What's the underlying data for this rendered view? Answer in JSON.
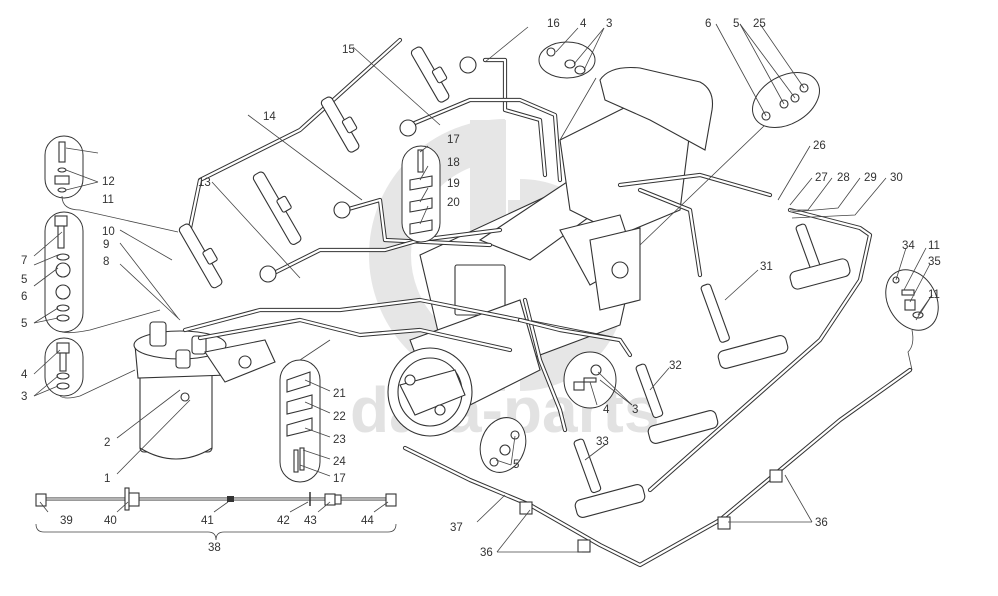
{
  "diagram": {
    "type": "exploded-parts-diagram",
    "subject": "fuel injection system",
    "watermark": {
      "logo_icon": "dp-logo-icon",
      "text": "data-parts",
      "color": "#e2e2e2"
    },
    "line_color": "#333333",
    "background": "#ffffff"
  },
  "callouts": [
    {
      "id": "c1",
      "label": "1"
    },
    {
      "id": "c2",
      "label": "2"
    },
    {
      "id": "c3a",
      "label": "3"
    },
    {
      "id": "c4a",
      "label": "4"
    },
    {
      "id": "c5a",
      "label": "5"
    },
    {
      "id": "c6a",
      "label": "6"
    },
    {
      "id": "c5b",
      "label": "5"
    },
    {
      "id": "c7",
      "label": "7"
    },
    {
      "id": "c8",
      "label": "8"
    },
    {
      "id": "c9",
      "label": "9"
    },
    {
      "id": "c10",
      "label": "10"
    },
    {
      "id": "c11a",
      "label": "11"
    },
    {
      "id": "c12",
      "label": "12"
    },
    {
      "id": "c13",
      "label": "13"
    },
    {
      "id": "c14",
      "label": "14"
    },
    {
      "id": "c15",
      "label": "15"
    },
    {
      "id": "c16",
      "label": "16"
    },
    {
      "id": "c4b",
      "label": "4"
    },
    {
      "id": "c3b",
      "label": "3"
    },
    {
      "id": "c17a",
      "label": "17"
    },
    {
      "id": "c18",
      "label": "18"
    },
    {
      "id": "c19",
      "label": "19"
    },
    {
      "id": "c20",
      "label": "20"
    },
    {
      "id": "c21",
      "label": "21"
    },
    {
      "id": "c22",
      "label": "22"
    },
    {
      "id": "c23",
      "label": "23"
    },
    {
      "id": "c24",
      "label": "24"
    },
    {
      "id": "c17b",
      "label": "17"
    },
    {
      "id": "c6b",
      "label": "6"
    },
    {
      "id": "c5c",
      "label": "5"
    },
    {
      "id": "c25",
      "label": "25"
    },
    {
      "id": "c26",
      "label": "26"
    },
    {
      "id": "c27",
      "label": "27"
    },
    {
      "id": "c28",
      "label": "28"
    },
    {
      "id": "c29",
      "label": "29"
    },
    {
      "id": "c30",
      "label": "30"
    },
    {
      "id": "c31",
      "label": "31"
    },
    {
      "id": "c32",
      "label": "32"
    },
    {
      "id": "c4c",
      "label": "4"
    },
    {
      "id": "c3c",
      "label": "3"
    },
    {
      "id": "c33",
      "label": "33"
    },
    {
      "id": "c5d",
      "label": "5"
    },
    {
      "id": "c34",
      "label": "34"
    },
    {
      "id": "c11b",
      "label": "11"
    },
    {
      "id": "c35",
      "label": "35"
    },
    {
      "id": "c11c",
      "label": "11"
    },
    {
      "id": "c36a",
      "label": "36"
    },
    {
      "id": "c36b",
      "label": "36"
    },
    {
      "id": "c37",
      "label": "37"
    },
    {
      "id": "c38",
      "label": "38"
    },
    {
      "id": "c39",
      "label": "39"
    },
    {
      "id": "c40",
      "label": "40"
    },
    {
      "id": "c41",
      "label": "41"
    },
    {
      "id": "c42",
      "label": "42"
    },
    {
      "id": "c43",
      "label": "43"
    },
    {
      "id": "c44",
      "label": "44"
    }
  ],
  "detail_bubbles": [
    {
      "name": "banjo-bolt-detail",
      "parts": [
        "12",
        "11"
      ]
    },
    {
      "name": "return-fitting-detail",
      "parts": [
        "7",
        "5",
        "6",
        "5"
      ]
    },
    {
      "name": "filter-bolt-detail",
      "parts": [
        "4",
        "3"
      ]
    },
    {
      "name": "pump-bolt-detail-top",
      "parts": [
        "4",
        "3"
      ]
    },
    {
      "name": "clamp-detail-upper",
      "parts": [
        "17",
        "18",
        "19",
        "20"
      ]
    },
    {
      "name": "clamp-detail-lower",
      "parts": [
        "21",
        "22",
        "23",
        "24",
        "17"
      ]
    },
    {
      "name": "pump-fitting-detail",
      "parts": [
        "6",
        "5",
        "25"
      ]
    },
    {
      "name": "pump-bolt-detail-lower",
      "parts": [
        "4",
        "3"
      ]
    },
    {
      "name": "washer-detail",
      "parts": [
        "5"
      ]
    },
    {
      "name": "injector-return-detail",
      "parts": [
        "34",
        "11",
        "35",
        "11"
      ]
    }
  ],
  "assembly_strip": {
    "name": "fuel-return-line-assembly",
    "assembly_label": "38",
    "parts": [
      "39",
      "40",
      "41",
      "42",
      "43",
      "44"
    ]
  }
}
